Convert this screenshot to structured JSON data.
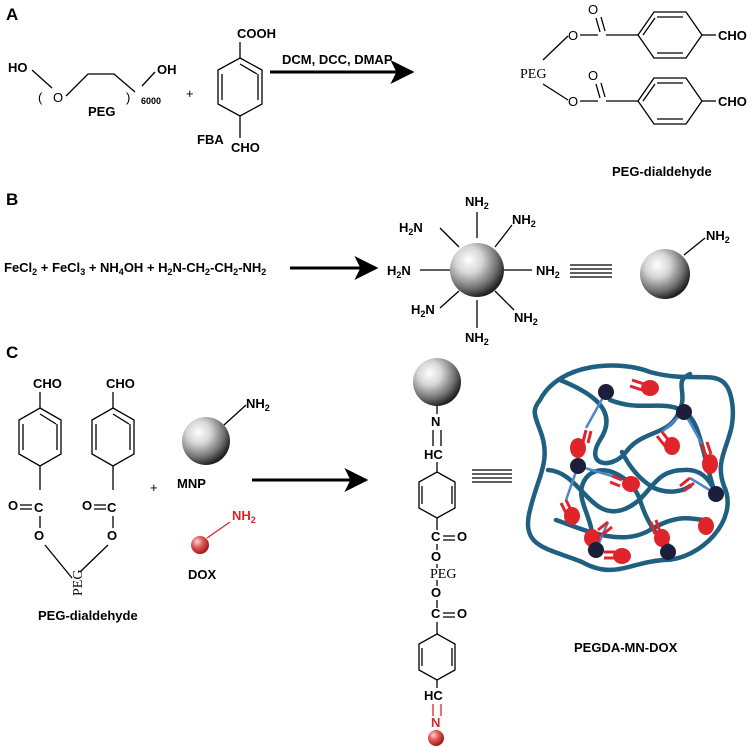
{
  "panel_a": {
    "letter": "A",
    "ho_left": "HO",
    "oh_right": "OH",
    "o_atom": "O",
    "repeat_count": "6000",
    "peg_label": "PEG",
    "plus": "+",
    "cooh": "COOH",
    "fba_label": "FBA",
    "cho": "CHO",
    "conditions": "DCM, DCC, DMAP",
    "product_peg": "PEG",
    "product_o": "O",
    "product_cho": "CHO",
    "product_label": "PEG-dialdehyde"
  },
  "panel_b": {
    "letter": "B",
    "reaction_text": "FeCl",
    "reagents": [
      "FeCl2",
      "+",
      "FeCl3",
      "+",
      "NH4OH",
      "+",
      "H2N-CH2-CH2-NH2"
    ],
    "amine_label": "NH2"
  },
  "panel_c": {
    "letter": "C",
    "cho": "CHO",
    "o_atom": "O",
    "c_atom": "C",
    "peg": "PEG",
    "reactant_label": "PEG-dialdehyde",
    "plus": "+",
    "mnp_label": "MNP",
    "mnp_amine": "NH2",
    "dox_label": "DOX",
    "dox_amine": "NH2",
    "imine_n": "N",
    "imine_hc": "HC",
    "product_label": "PEGDA-MN-DOX"
  },
  "colors": {
    "network": "#1f5f80",
    "nanoparticle_node": "#1b1f3a",
    "crosslink": "#4f86c6",
    "dox": "#e0242b"
  }
}
